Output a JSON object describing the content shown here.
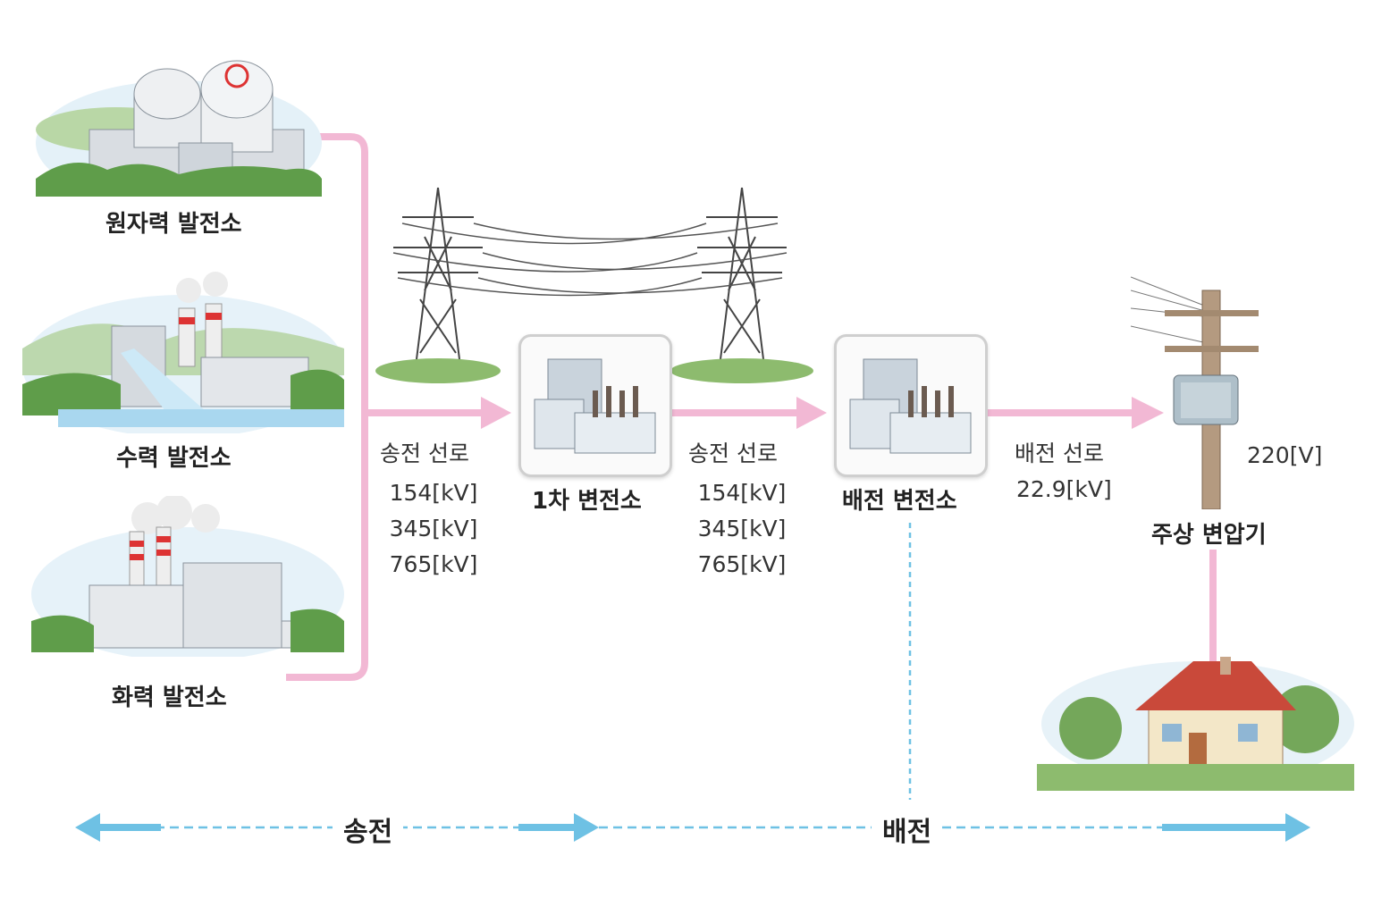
{
  "plants": {
    "nuclear": "원자력 발전소",
    "hydro": "수력 발전소",
    "thermal": "화력 발전소"
  },
  "line1": {
    "label": "송전 선로",
    "voltages": [
      "154[kV]",
      "345[kV]",
      "765[kV]"
    ]
  },
  "primary_substation": "1차 변전소",
  "line2": {
    "label": "송전 선로",
    "voltages": [
      "154[kV]",
      "345[kV]",
      "765[kV]"
    ]
  },
  "distribution_substation": "배전 변전소",
  "line3": {
    "label": "배전 선로",
    "voltage": "22.9[kV]"
  },
  "pole_transformer": "주상 변압기",
  "household_voltage": "220[V]",
  "bottom": {
    "transmission": "송전",
    "distribution": "배전"
  },
  "colors": {
    "flow_pink": "#f2b8d4",
    "axis_blue": "#6ec1e4"
  }
}
